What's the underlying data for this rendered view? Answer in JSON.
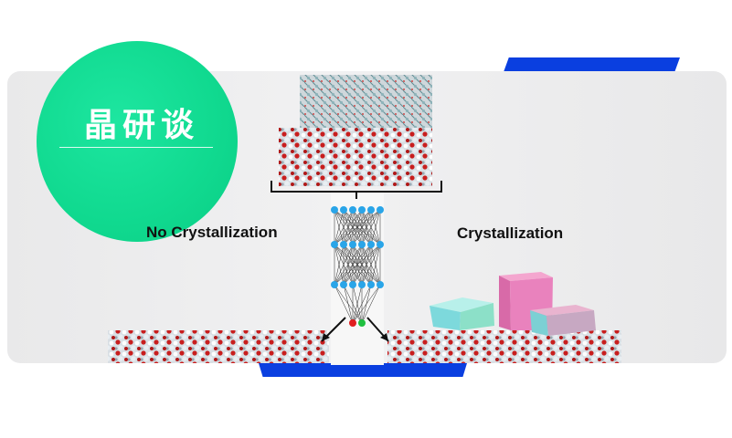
{
  "logo": {
    "text": "晶研谈"
  },
  "labels": {
    "left": "No Crystallization",
    "right": "Crystallization"
  },
  "colors": {
    "accent_green": "#10d98f",
    "accent_blue": "#0a3fe0",
    "node_blue": "#2aa5e8",
    "output_red": "#e02020",
    "output_green": "#20c040"
  },
  "network": {
    "layers": [
      6,
      6,
      6,
      2
    ]
  }
}
